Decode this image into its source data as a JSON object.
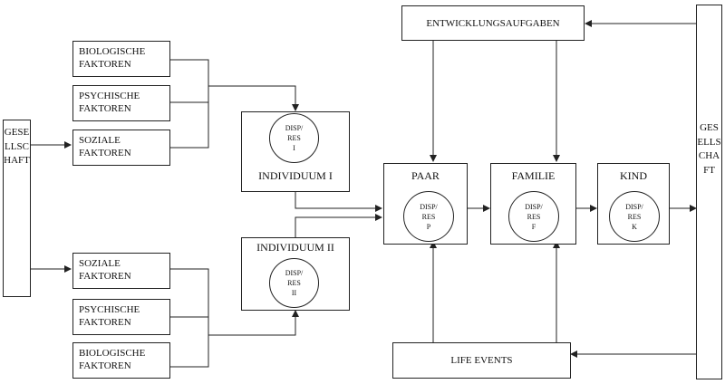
{
  "society": {
    "left": "GESELLSCHAFT",
    "right": "GESELLSCHAFT"
  },
  "top_factors": [
    {
      "text": "BIOLOGISCHE\nFAKTOREN"
    },
    {
      "text": "PSYCHISCHE\nFAKTOREN"
    },
    {
      "text": "SOZIALE\nFAKTOREN"
    }
  ],
  "bottom_factors": [
    {
      "text": "SOZIALE\nFAKTOREN"
    },
    {
      "text": "PSYCHISCHE\nFAKTOREN"
    },
    {
      "text": "BIOLOGISCHE\nFAKTOREN"
    }
  ],
  "individual_1": {
    "label": "INDIVIDUUM I",
    "disp": "DISP/\nRES\nI"
  },
  "individual_2": {
    "label": "INDIVIDUUM II",
    "disp": "DISP/\nRES\nII"
  },
  "tasks": "ENTWICKLUNGSAUFGABEN",
  "life_events": "LIFE EVENTS",
  "units": [
    {
      "label": "PAAR",
      "disp": "DISP/\nRES\nP"
    },
    {
      "label": "FAMILIE",
      "disp": "DISP/\nRES\nF"
    },
    {
      "label": "KIND",
      "disp": "DISP/\nRES\nK"
    }
  ]
}
